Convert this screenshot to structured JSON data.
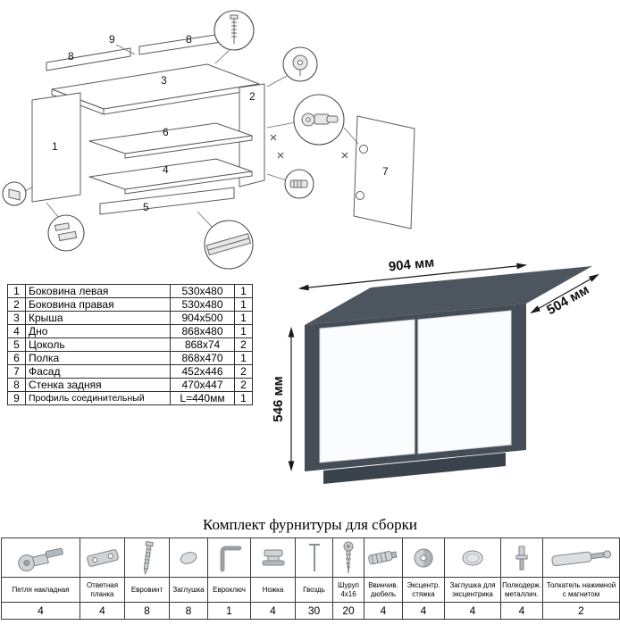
{
  "parts_table": {
    "rows": [
      {
        "num": "1",
        "name": "Боковина левая",
        "size": "530x480",
        "qty": "1"
      },
      {
        "num": "2",
        "name": "Боковина правая",
        "size": "530x480",
        "qty": "1"
      },
      {
        "num": "3",
        "name": "Крыша",
        "size": "904x500",
        "qty": "1"
      },
      {
        "num": "4",
        "name": "Дно",
        "size": "868x480",
        "qty": "1"
      },
      {
        "num": "5",
        "name": "Цоколь",
        "size": "868x74",
        "qty": "2"
      },
      {
        "num": "6",
        "name": "Полка",
        "size": "868x470",
        "qty": "1"
      },
      {
        "num": "7",
        "name": "Фасад",
        "size": "452x446",
        "qty": "2"
      },
      {
        "num": "8",
        "name": "Стенка задняя",
        "size": "470x447",
        "qty": "2"
      },
      {
        "num": "9",
        "name": "Профиль соединительный",
        "size": "L=440мм",
        "qty": "1"
      }
    ]
  },
  "cabinet": {
    "width_label": "904 мм",
    "depth_label": "504 мм",
    "height_label": "546 мм"
  },
  "diagram": {
    "part_labels": {
      "p1": "1",
      "p2": "2",
      "p3": "3",
      "p4": "4",
      "p5": "5",
      "p6": "6",
      "p7": "7",
      "p8a": "8",
      "p8b": "8",
      "p9": "9"
    }
  },
  "hardware": {
    "title": "Комплект фурнитуры для сборки",
    "items": [
      {
        "name": "Петля накладная",
        "qty": "4",
        "icon": "hinge-icon"
      },
      {
        "name": "Ответная планка",
        "qty": "4",
        "icon": "strike-plate-icon"
      },
      {
        "name": "Евровинт",
        "qty": "8",
        "icon": "euroscrew-icon"
      },
      {
        "name": "Заглушка",
        "qty": "8",
        "icon": "cap-icon"
      },
      {
        "name": "Евроключ",
        "qty": "1",
        "icon": "hex-key-icon"
      },
      {
        "name": "Ножка",
        "qty": "4",
        "icon": "leg-icon"
      },
      {
        "name": "Гвоздь",
        "qty": "30",
        "icon": "nail-icon"
      },
      {
        "name": "Шуруп 4x16",
        "qty": "20",
        "icon": "screw-icon"
      },
      {
        "name": "Ввинчив. дюбель",
        "qty": "4",
        "icon": "dowel-icon"
      },
      {
        "name": "Эксцентр. стяжка",
        "qty": "4",
        "icon": "cam-lock-icon"
      },
      {
        "name": "Заглушка для эксцентрика",
        "qty": "4",
        "icon": "cam-cap-icon"
      },
      {
        "name": "Полкодерж. металлич.",
        "qty": "4",
        "icon": "shelf-support-icon"
      },
      {
        "name": "Толкатель нажимной с магнитом",
        "qty": "2",
        "icon": "push-latch-icon"
      }
    ]
  }
}
